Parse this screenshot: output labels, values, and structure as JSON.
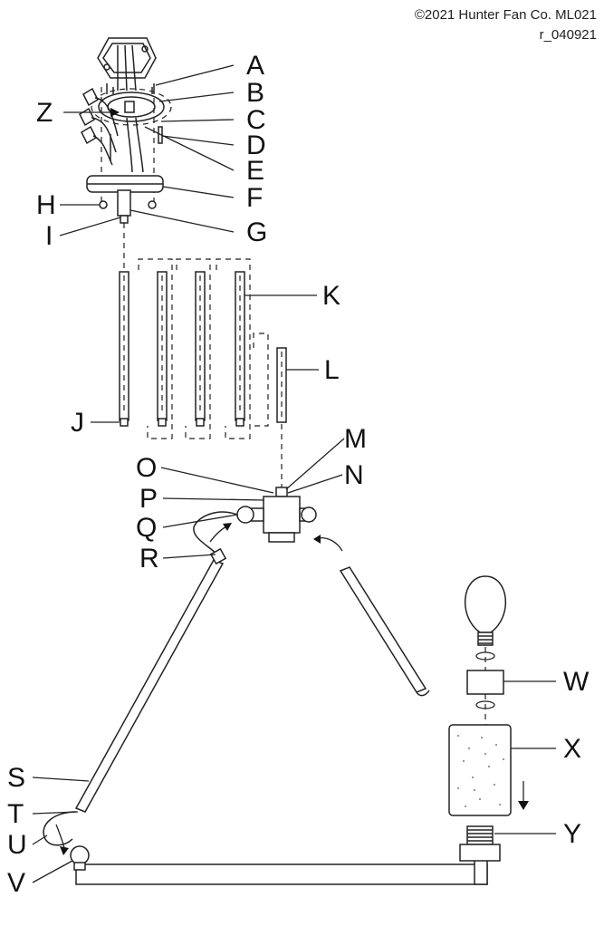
{
  "copyright": {
    "line1": "©2021 Hunter Fan Co. ML021",
    "line2": "r_040921"
  },
  "callouts": [
    "A",
    "B",
    "C",
    "D",
    "E",
    "F",
    "G",
    "H",
    "I",
    "J",
    "K",
    "L",
    "M",
    "N",
    "O",
    "P",
    "Q",
    "R",
    "S",
    "T",
    "U",
    "V",
    "W",
    "X",
    "Y",
    "Z"
  ]
}
